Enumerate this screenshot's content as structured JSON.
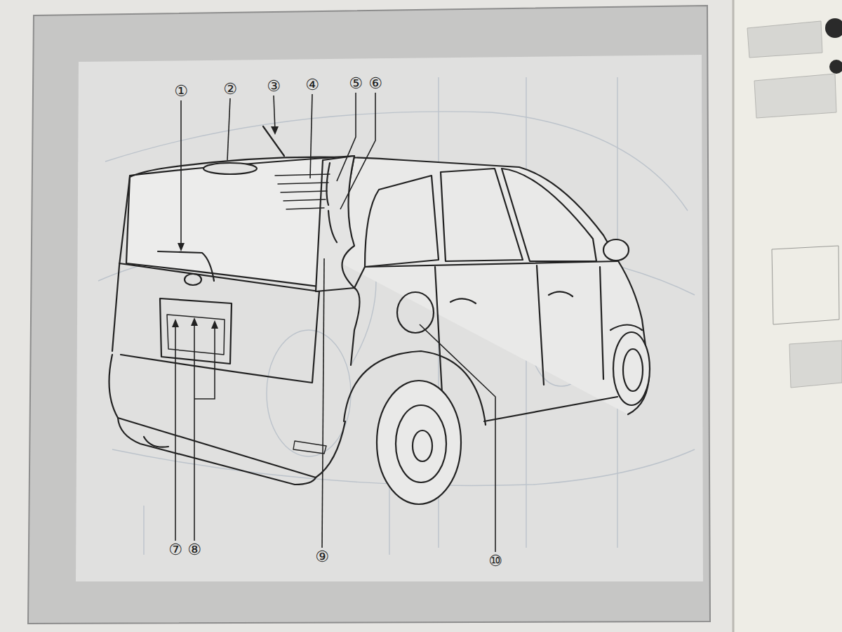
{
  "diagram": {
    "labels": [
      "①",
      "②",
      "③",
      "④",
      "⑤",
      "⑥",
      "⑦",
      "⑧",
      "⑨",
      "⑩"
    ]
  }
}
